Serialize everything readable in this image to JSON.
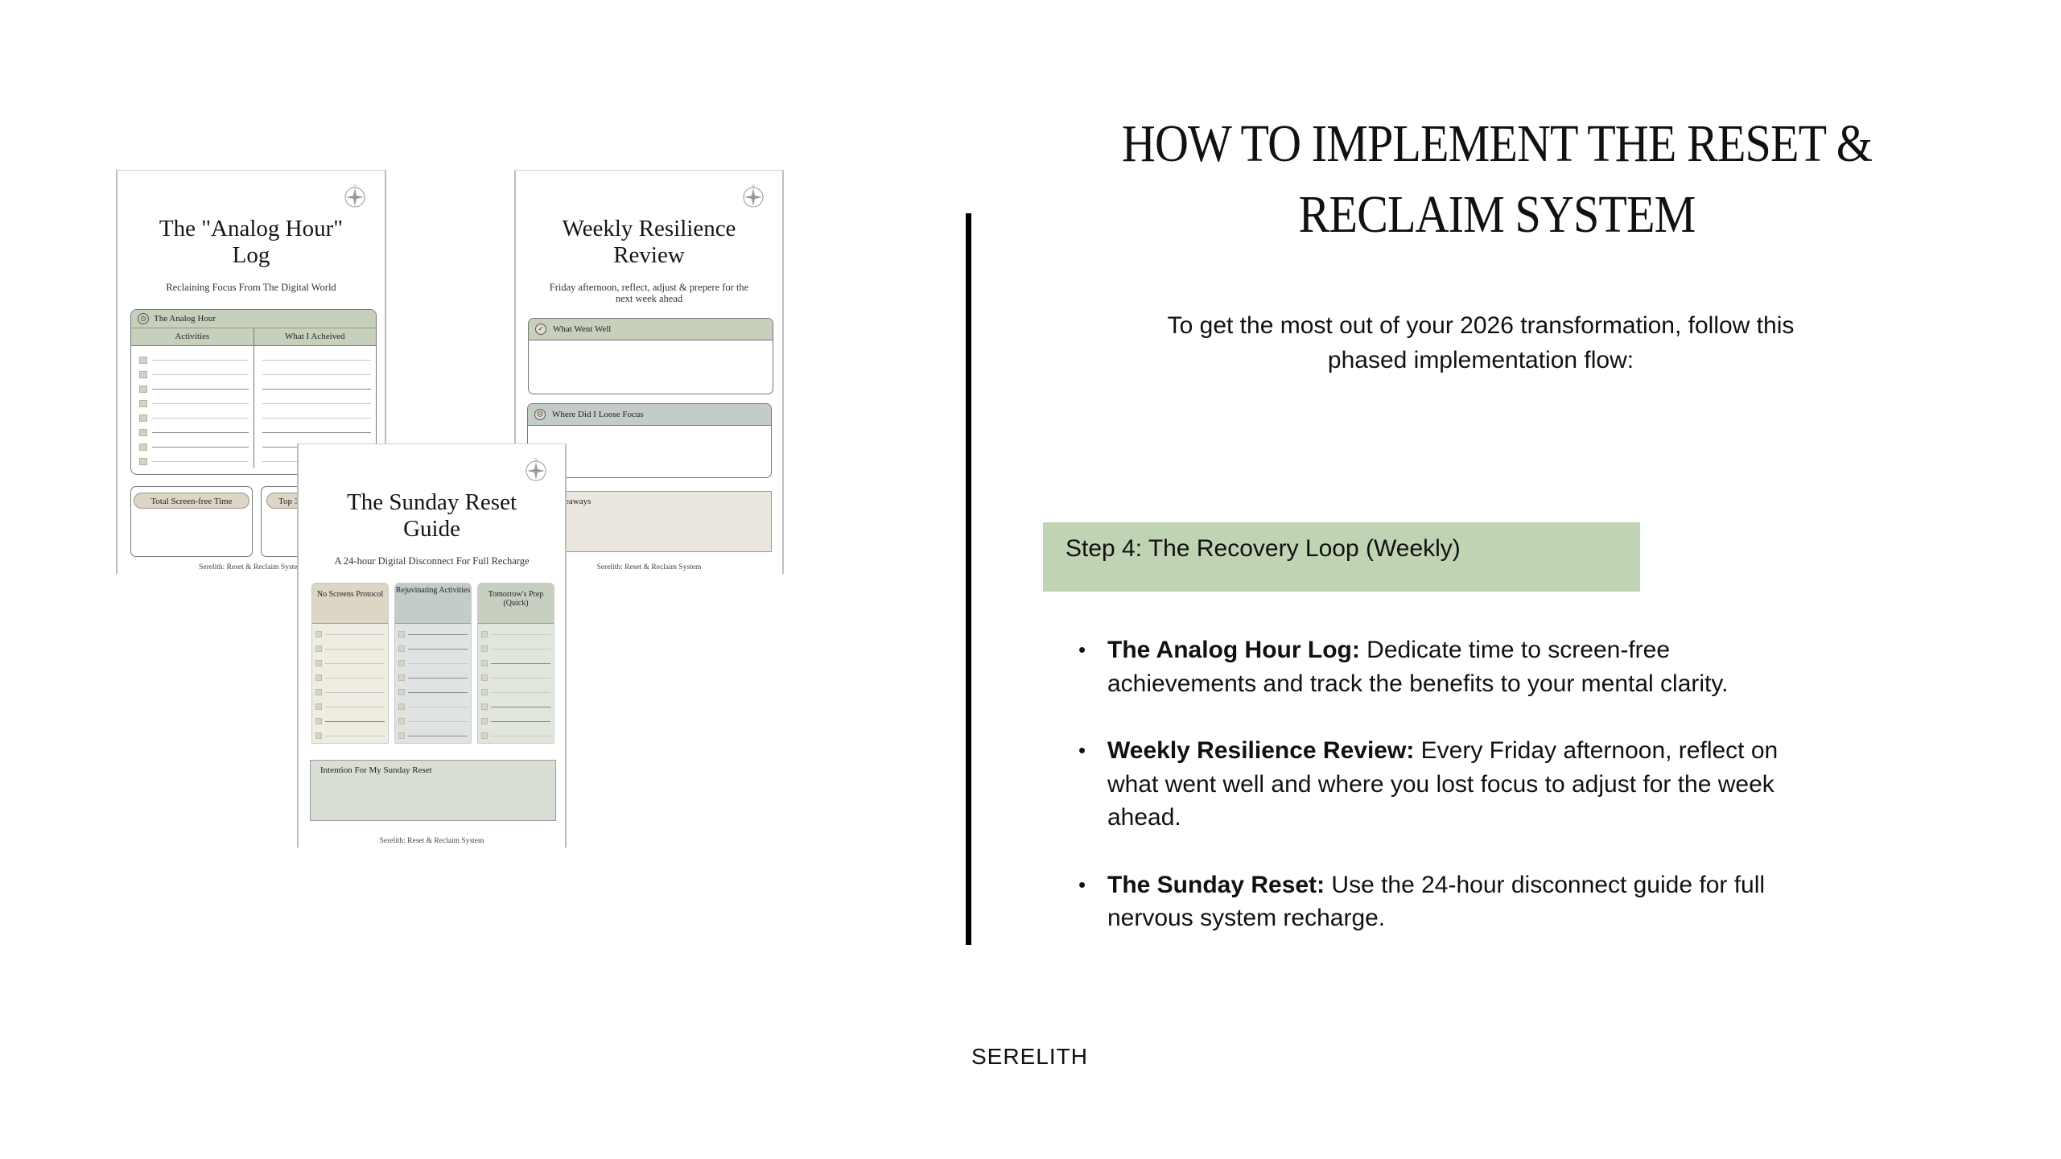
{
  "slide": {
    "title_line1": "HOW TO IMPLEMENT THE RESET &",
    "title_line2": "RECLAIM SYSTEM",
    "intro_line1": "To get the most out of your 2026 transformation, follow this",
    "intro_line2": "phased implementation flow:",
    "step_label": "Step 4: The Recovery Loop (Weekly)",
    "step_color": "#c0d4b4",
    "bullets": [
      {
        "bold": "The Analog Hour Log:",
        "text": " Dedicate time to screen-free achievements and track the benefits to your mental clarity."
      },
      {
        "bold": "Weekly Resilience Review:",
        "text": " Every Friday afternoon, reflect on what went well and where you lost focus to adjust for the week ahead."
      },
      {
        "bold": "The Sunday Reset:",
        "text": " Use the 24-hour disconnect guide for full nervous system recharge."
      }
    ],
    "bullet_glyph": "•",
    "brand": "SERELITH"
  },
  "worksheets": {
    "analog": {
      "title_line1": "The \"Analog Hour\"",
      "title_line2": "Log",
      "subtitle": "Reclaining Focus From The Digital World",
      "section_header": "The Analog Hour",
      "col1": "Activities",
      "col2": "What I Acheived",
      "rows": 8,
      "box1_label": "Total Screen-free Time",
      "box2_label": "Top 3",
      "footer": "Serelith: Reset & Reclaim System",
      "icon": "compass-icon"
    },
    "weekly": {
      "title_line1": "Weekly Resilience",
      "title_line2": "Review",
      "subtitle": "Friday afternoon, reflect, adjust & prepere for the next week ahead",
      "section1": "What Went Well",
      "section2": "Where Did I Loose Focus",
      "section3": "eaways",
      "footer": "Serelith: Reset & Reclaim System",
      "icon": "compass-icon"
    },
    "sunday": {
      "title_line1": "The Sunday Reset",
      "title_line2": "Guide",
      "subtitle": "A 24-hour Digital Disconnect For Full Recharge",
      "columns": [
        {
          "label": "No Screens Protocol",
          "head_color": "#ddd6c5",
          "body_color": "#efece2"
        },
        {
          "label": "Rejuvinating Activities",
          "head_color": "#c3ccc8",
          "body_color": "#dfe4e2"
        },
        {
          "label": "Tomorrow's Prep (Quick)",
          "head_color": "#c7d0c0",
          "body_color": "#e0e6dc"
        }
      ],
      "intention": "Intention For My Sunday Reset",
      "footer": "Serelith: Reset & Reclaim System",
      "icon": "compass-icon"
    }
  }
}
